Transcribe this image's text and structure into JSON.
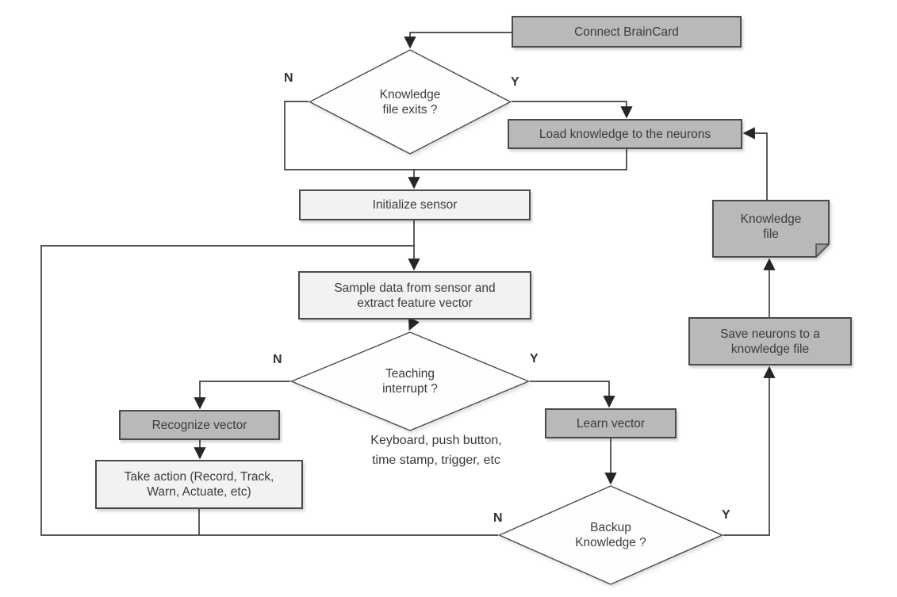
{
  "nodes": {
    "connect": {
      "lines": [
        "Connect BrainCard"
      ]
    },
    "d1": {
      "lines": [
        "Knowledge",
        "file exits ?"
      ]
    },
    "load": {
      "lines": [
        "Load knowledge to the neurons"
      ]
    },
    "init": {
      "lines": [
        "Initialize sensor"
      ]
    },
    "sample": {
      "lines": [
        "Sample data from sensor and",
        "extract feature vector"
      ]
    },
    "d2": {
      "lines": [
        "Teaching",
        "interrupt ?"
      ]
    },
    "recognize": {
      "lines": [
        "Recognize vector"
      ]
    },
    "takeaction": {
      "lines": [
        "Take action (Record, Track,",
        "Warn, Actuate, etc)"
      ]
    },
    "learn": {
      "lines": [
        "Learn vector"
      ]
    },
    "d3": {
      "lines": [
        "Backup",
        "Knowledge ?"
      ]
    },
    "save": {
      "lines": [
        "Save neurons to a",
        "knowledge file"
      ]
    },
    "kfile": {
      "lines": [
        "Knowledge",
        "file"
      ]
    }
  },
  "branch_labels": {
    "d1_no": "N",
    "d1_yes": "Y",
    "d2_no": "N",
    "d2_yes": "Y",
    "d3_no": "N",
    "d3_yes": "Y"
  },
  "annotation": {
    "lines": [
      "Keyboard, push button,",
      "time stamp, trigger, etc"
    ]
  },
  "colors": {
    "node_dark": "#b9b9b9",
    "node_light": "#f2f2f2",
    "diamond_fill": "#fefefe",
    "border": "#4a4a4a",
    "line": "#3f3f3f",
    "text": "#3b3b3b"
  }
}
